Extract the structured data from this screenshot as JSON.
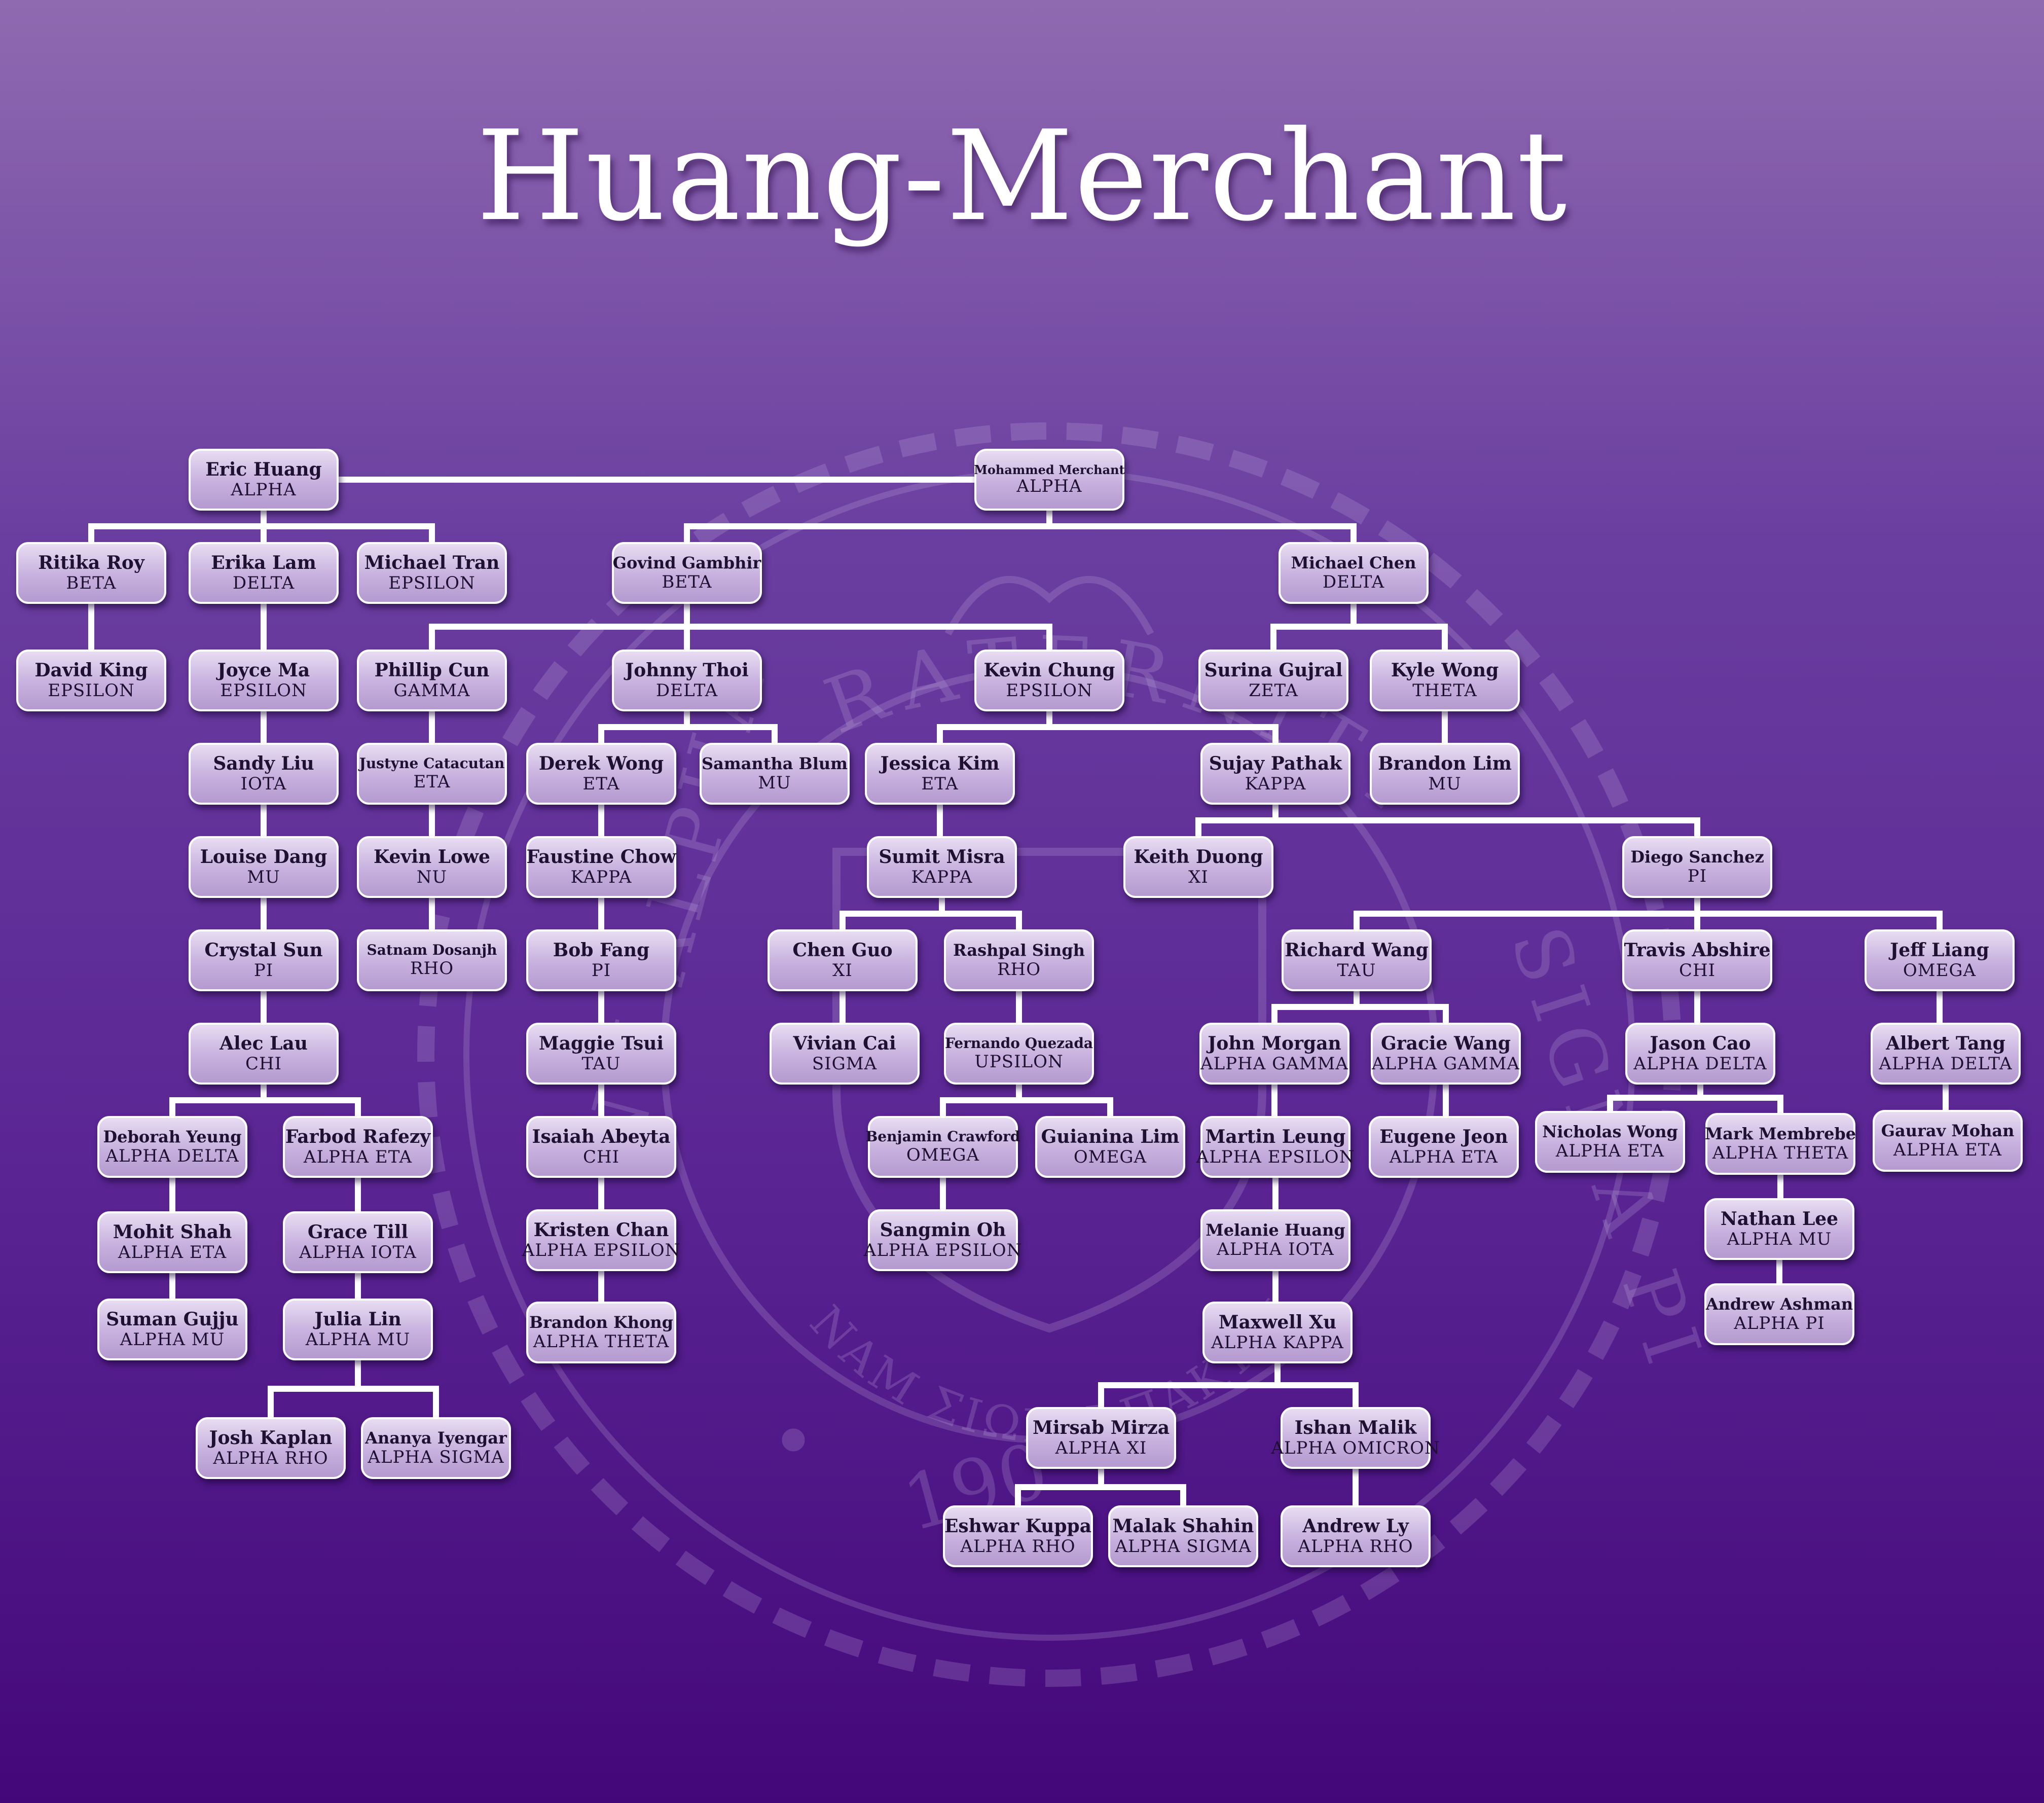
{
  "title": "Huang-Merchant",
  "seal": {
    "top_text": "RATERNITY",
    "left_text": "NU ALPHA",
    "right_text": "SIGMA PI",
    "motto": "ΝΑΜ ΣΙΩΠΗ ΠΑΚΤΕΙΣ",
    "year": "190"
  },
  "colors": {
    "background_top": "#8f6ab0",
    "background_bottom": "#44077a",
    "node_fill": "#cbb6e0",
    "node_border": "#ffffff",
    "connector": "#ffffff",
    "text": "#1e1030"
  },
  "members": {
    "eric_huang": {
      "name": "Eric Huang",
      "chapter": "ALPHA"
    },
    "mohammed_merchant": {
      "name": "Mohammed Merchant",
      "chapter": "ALPHA"
    },
    "ritika_roy": {
      "name": "Ritika Roy",
      "chapter": "BETA"
    },
    "erika_lam": {
      "name": "Erika Lam",
      "chapter": "DELTA"
    },
    "michael_tran": {
      "name": "Michael Tran",
      "chapter": "EPSILON"
    },
    "david_king": {
      "name": "David King",
      "chapter": "EPSILON"
    },
    "joyce_ma": {
      "name": "Joyce Ma",
      "chapter": "EPSILON"
    },
    "sandy_liu": {
      "name": "Sandy Liu",
      "chapter": "IOTA"
    },
    "louise_dang": {
      "name": "Louise Dang",
      "chapter": "MU"
    },
    "crystal_sun": {
      "name": "Crystal Sun",
      "chapter": "PI"
    },
    "alec_lau": {
      "name": "Alec Lau",
      "chapter": "CHI"
    },
    "deborah_yeung": {
      "name": "Deborah Yeung",
      "chapter": "ALPHA DELTA"
    },
    "farbod_rafezy": {
      "name": "Farbod Rafezy",
      "chapter": "ALPHA ETA"
    },
    "mohit_shah": {
      "name": "Mohit Shah",
      "chapter": "ALPHA ETA"
    },
    "grace_till": {
      "name": "Grace Till",
      "chapter": "ALPHA IOTA"
    },
    "suman_gujju": {
      "name": "Suman Gujju",
      "chapter": "ALPHA MU"
    },
    "julia_lin": {
      "name": "Julia Lin",
      "chapter": "ALPHA MU"
    },
    "josh_kaplan": {
      "name": "Josh Kaplan",
      "chapter": "ALPHA RHO"
    },
    "ananya_iyengar": {
      "name": "Ananya Iyengar",
      "chapter": "ALPHA SIGMA"
    },
    "govind_gambhir": {
      "name": "Govind Gambhir",
      "chapter": "BETA"
    },
    "michael_chen": {
      "name": "Michael Chen",
      "chapter": "DELTA"
    },
    "phillip_cun": {
      "name": "Phillip Cun",
      "chapter": "GAMMA"
    },
    "johnny_thoi": {
      "name": "Johnny Thoi",
      "chapter": "DELTA"
    },
    "kevin_chung": {
      "name": "Kevin Chung",
      "chapter": "EPSILON"
    },
    "surina_gujral": {
      "name": "Surina Gujral",
      "chapter": "ZETA"
    },
    "kyle_wong": {
      "name": "Kyle Wong",
      "chapter": "THETA"
    },
    "brandon_lim": {
      "name": "Brandon Lim",
      "chapter": "MU"
    },
    "justyne_catacutan": {
      "name": "Justyne Catacutan",
      "chapter": "ETA"
    },
    "kevin_lowe": {
      "name": "Kevin Lowe",
      "chapter": "NU"
    },
    "satnam_dosanjh": {
      "name": "Satnam Dosanjh",
      "chapter": "RHO"
    },
    "derek_wong": {
      "name": "Derek Wong",
      "chapter": "ETA"
    },
    "samantha_blum": {
      "name": "Samantha Blum",
      "chapter": "MU"
    },
    "faustine_chow": {
      "name": "Faustine Chow",
      "chapter": "KAPPA"
    },
    "bob_fang": {
      "name": "Bob Fang",
      "chapter": "PI"
    },
    "maggie_tsui": {
      "name": "Maggie Tsui",
      "chapter": "TAU"
    },
    "isaiah_abeyta": {
      "name": "Isaiah Abeyta",
      "chapter": "CHI"
    },
    "kristen_chan": {
      "name": "Kristen Chan",
      "chapter": "ALPHA EPSILON"
    },
    "brandon_khong": {
      "name": "Brandon Khong",
      "chapter": "ALPHA THETA"
    },
    "jessica_kim": {
      "name": "Jessica Kim",
      "chapter": "ETA"
    },
    "sujay_pathak": {
      "name": "Sujay Pathak",
      "chapter": "KAPPA"
    },
    "sumit_misra": {
      "name": "Sumit Misra",
      "chapter": "KAPPA"
    },
    "chen_guo": {
      "name": "Chen Guo",
      "chapter": "XI"
    },
    "rashpal_singh": {
      "name": "Rashpal Singh",
      "chapter": "RHO"
    },
    "vivian_cai": {
      "name": "Vivian Cai",
      "chapter": "SIGMA"
    },
    "fernando_quezada": {
      "name": "Fernando Quezada",
      "chapter": "UPSILON"
    },
    "benjamin_crawford": {
      "name": "Benjamin Crawford",
      "chapter": "OMEGA"
    },
    "guianina_lim": {
      "name": "Guianina Lim",
      "chapter": "OMEGA"
    },
    "sangmin_oh": {
      "name": "Sangmin Oh",
      "chapter": "ALPHA EPSILON"
    },
    "keith_duong": {
      "name": "Keith Duong",
      "chapter": "XI"
    },
    "diego_sanchez": {
      "name": "Diego Sanchez",
      "chapter": "PI"
    },
    "richard_wang": {
      "name": "Richard Wang",
      "chapter": "TAU"
    },
    "travis_abshire": {
      "name": "Travis Abshire",
      "chapter": "CHI"
    },
    "jeff_liang": {
      "name": "Jeff Liang",
      "chapter": "OMEGA"
    },
    "john_morgan": {
      "name": "John Morgan",
      "chapter": "ALPHA GAMMA"
    },
    "gracie_wang": {
      "name": "Gracie Wang",
      "chapter": "ALPHA GAMMA"
    },
    "martin_leung": {
      "name": "Martin Leung",
      "chapter": "ALPHA EPSILON"
    },
    "eugene_jeon": {
      "name": "Eugene Jeon",
      "chapter": "ALPHA ETA"
    },
    "melanie_huang": {
      "name": "Melanie Huang",
      "chapter": "ALPHA IOTA"
    },
    "maxwell_xu": {
      "name": "Maxwell Xu",
      "chapter": "ALPHA KAPPA"
    },
    "mirsab_mirza": {
      "name": "Mirsab Mirza",
      "chapter": "ALPHA XI"
    },
    "ishan_malik": {
      "name": "Ishan Malik",
      "chapter": "ALPHA OMICRON"
    },
    "eshwar_kuppa": {
      "name": "Eshwar Kuppa",
      "chapter": "ALPHA RHO"
    },
    "malak_shahin": {
      "name": "Malak Shahin",
      "chapter": "ALPHA SIGMA"
    },
    "andrew_ly": {
      "name": "Andrew Ly",
      "chapter": "ALPHA RHO"
    },
    "jason_cao": {
      "name": "Jason Cao",
      "chapter": "ALPHA DELTA"
    },
    "nicholas_wong": {
      "name": "Nicholas Wong",
      "chapter": "ALPHA ETA"
    },
    "mark_membrebe": {
      "name": "Mark Membrebe",
      "chapter": "ALPHA THETA"
    },
    "nathan_lee": {
      "name": "Nathan Lee",
      "chapter": "ALPHA MU"
    },
    "andrew_ashman": {
      "name": "Andrew Ashman",
      "chapter": "ALPHA PI"
    },
    "albert_tang": {
      "name": "Albert Tang",
      "chapter": "ALPHA DELTA"
    },
    "gaurav_mohan": {
      "name": "Gaurav Mohan",
      "chapter": "ALPHA ETA"
    }
  },
  "relations": [
    [
      "eric_huang",
      "mohammed_merchant"
    ],
    [
      "eric_huang",
      "ritika_roy"
    ],
    [
      "eric_huang",
      "erika_lam"
    ],
    [
      "eric_huang",
      "michael_tran"
    ],
    [
      "ritika_roy",
      "david_king"
    ],
    [
      "erika_lam",
      "joyce_ma"
    ],
    [
      "joyce_ma",
      "sandy_liu"
    ],
    [
      "sandy_liu",
      "louise_dang"
    ],
    [
      "louise_dang",
      "crystal_sun"
    ],
    [
      "crystal_sun",
      "alec_lau"
    ],
    [
      "alec_lau",
      "deborah_yeung"
    ],
    [
      "alec_lau",
      "farbod_rafezy"
    ],
    [
      "deborah_yeung",
      "mohit_shah"
    ],
    [
      "mohit_shah",
      "suman_gujju"
    ],
    [
      "farbod_rafezy",
      "grace_till"
    ],
    [
      "grace_till",
      "julia_lin"
    ],
    [
      "julia_lin",
      "josh_kaplan"
    ],
    [
      "julia_lin",
      "ananya_iyengar"
    ],
    [
      "mohammed_merchant",
      "govind_gambhir"
    ],
    [
      "mohammed_merchant",
      "michael_chen"
    ],
    [
      "govind_gambhir",
      "phillip_cun"
    ],
    [
      "govind_gambhir",
      "johnny_thoi"
    ],
    [
      "govind_gambhir",
      "kevin_chung"
    ],
    [
      "phillip_cun",
      "justyne_catacutan"
    ],
    [
      "justyne_catacutan",
      "kevin_lowe"
    ],
    [
      "kevin_lowe",
      "satnam_dosanjh"
    ],
    [
      "johnny_thoi",
      "derek_wong"
    ],
    [
      "johnny_thoi",
      "samantha_blum"
    ],
    [
      "derek_wong",
      "faustine_chow"
    ],
    [
      "faustine_chow",
      "bob_fang"
    ],
    [
      "bob_fang",
      "maggie_tsui"
    ],
    [
      "maggie_tsui",
      "isaiah_abeyta"
    ],
    [
      "isaiah_abeyta",
      "kristen_chan"
    ],
    [
      "kristen_chan",
      "brandon_khong"
    ],
    [
      "kevin_chung",
      "jessica_kim"
    ],
    [
      "kevin_chung",
      "sujay_pathak"
    ],
    [
      "jessica_kim",
      "sumit_misra"
    ],
    [
      "sumit_misra",
      "chen_guo"
    ],
    [
      "sumit_misra",
      "rashpal_singh"
    ],
    [
      "chen_guo",
      "vivian_cai"
    ],
    [
      "rashpal_singh",
      "fernando_quezada"
    ],
    [
      "fernando_quezada",
      "benjamin_crawford"
    ],
    [
      "fernando_quezada",
      "guianina_lim"
    ],
    [
      "benjamin_crawford",
      "sangmin_oh"
    ],
    [
      "sujay_pathak",
      "keith_duong"
    ],
    [
      "sujay_pathak",
      "diego_sanchez"
    ],
    [
      "diego_sanchez",
      "richard_wang"
    ],
    [
      "diego_sanchez",
      "travis_abshire"
    ],
    [
      "diego_sanchez",
      "jeff_liang"
    ],
    [
      "richard_wang",
      "john_morgan"
    ],
    [
      "richard_wang",
      "gracie_wang"
    ],
    [
      "john_morgan",
      "martin_leung"
    ],
    [
      "gracie_wang",
      "eugene_jeon"
    ],
    [
      "martin_leung",
      "melanie_huang"
    ],
    [
      "melanie_huang",
      "maxwell_xu"
    ],
    [
      "maxwell_xu",
      "mirsab_mirza"
    ],
    [
      "maxwell_xu",
      "ishan_malik"
    ],
    [
      "mirsab_mirza",
      "eshwar_kuppa"
    ],
    [
      "mirsab_mirza",
      "malak_shahin"
    ],
    [
      "ishan_malik",
      "andrew_ly"
    ],
    [
      "travis_abshire",
      "jason_cao"
    ],
    [
      "jason_cao",
      "nicholas_wong"
    ],
    [
      "jason_cao",
      "mark_membrebe"
    ],
    [
      "mark_membrebe",
      "nathan_lee"
    ],
    [
      "nathan_lee",
      "andrew_ashman"
    ],
    [
      "jeff_liang",
      "albert_tang"
    ],
    [
      "albert_tang",
      "gaurav_mohan"
    ],
    [
      "michael_chen",
      "surina_gujral"
    ],
    [
      "michael_chen",
      "kyle_wong"
    ],
    [
      "kyle_wong",
      "brandon_lim"
    ]
  ]
}
